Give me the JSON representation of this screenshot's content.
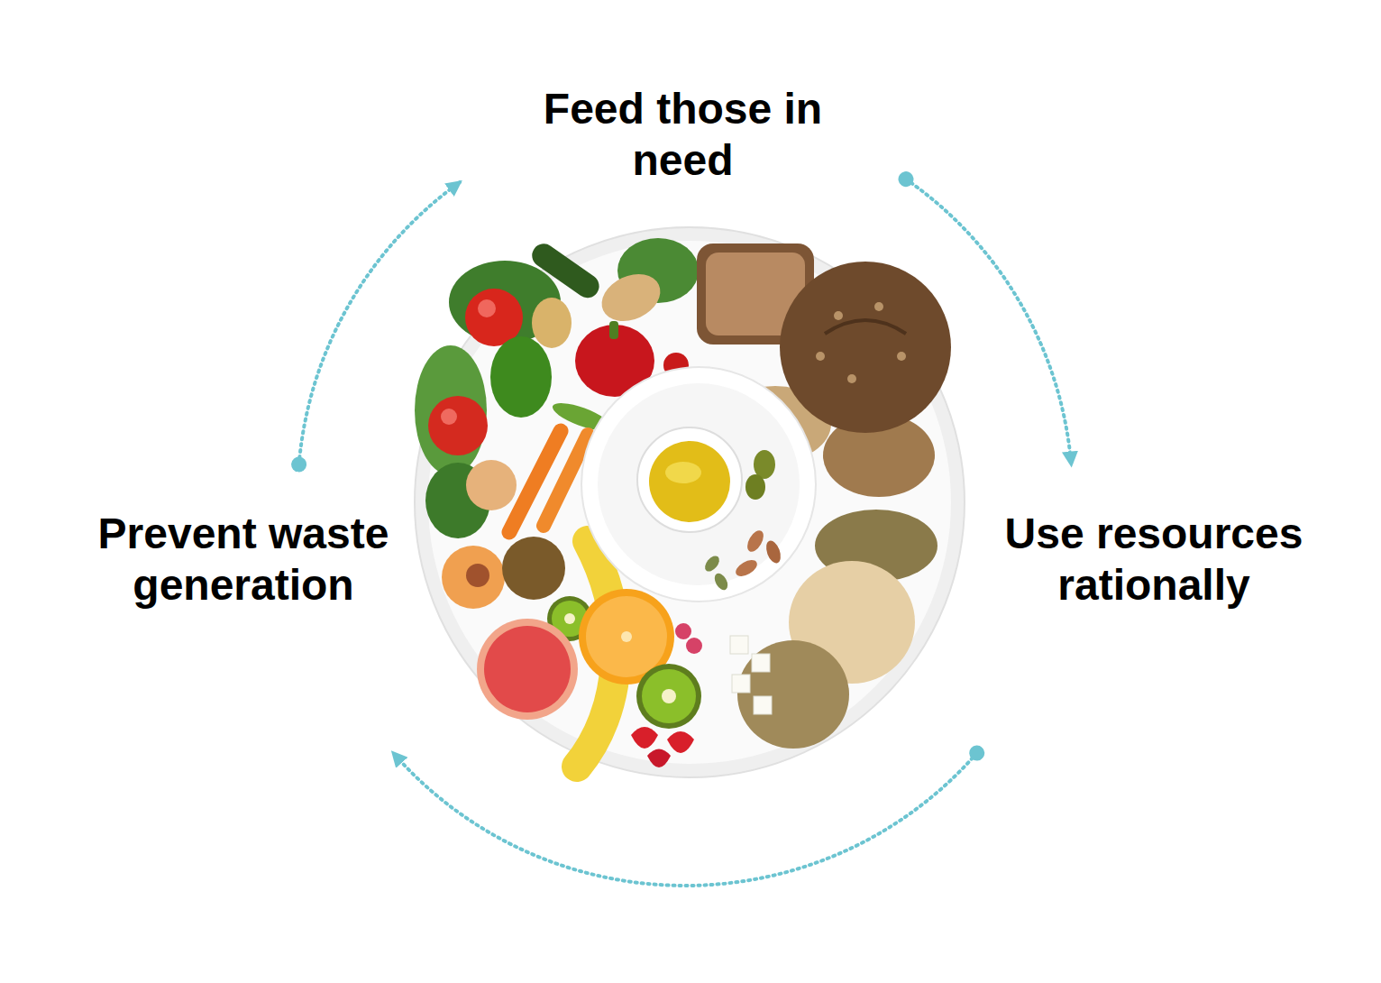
{
  "diagram": {
    "nodes": [
      {
        "text": [
          "Feed those in need"
        ]
      },
      {
        "text": [
          "Prevent waste generation"
        ]
      },
      {
        "text": [
          "Use resources rationally"
        ]
      }
    ],
    "edges": [
      {
        "from": 1,
        "to": 0,
        "arrow": "to"
      },
      {
        "from": 0,
        "to": 2,
        "arrow": "to"
      },
      {
        "from": 2,
        "to": 1,
        "arrow": "to"
      }
    ]
  }
}
